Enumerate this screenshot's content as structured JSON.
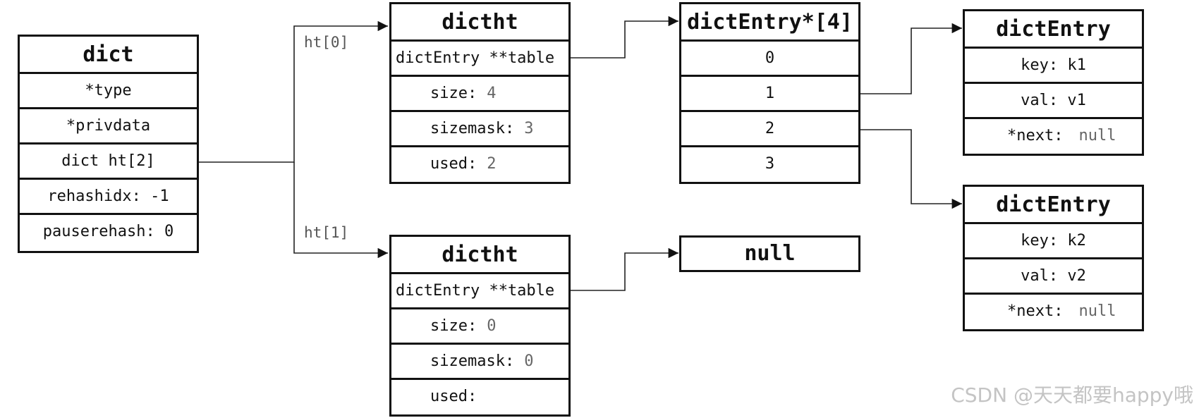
{
  "dict": {
    "title": "dict",
    "fields": [
      "*type",
      "*privdata",
      "dict ht[2]",
      "rehashidx: -1",
      "pauserehash: 0"
    ]
  },
  "links": {
    "ht0": "ht[0]",
    "ht1": "ht[1]"
  },
  "dictht0": {
    "title": "dictht",
    "table": "dictEntry **table",
    "size_label": "size:",
    "size_value": "4",
    "sizemask_label": "sizemask:",
    "sizemask_value": "3",
    "used_label": "used:",
    "used_value": "2"
  },
  "dictht1": {
    "title": "dictht",
    "table": "dictEntry **table",
    "size_label": "size:",
    "size_value": "0",
    "sizemask_label": "sizemask:",
    "sizemask_value": "0",
    "used_label": "used:",
    "used_value": ""
  },
  "array": {
    "title": "dictEntry*[4]",
    "slots": [
      "0",
      "1",
      "2",
      "3"
    ]
  },
  "null_box": {
    "title": "null"
  },
  "entry1": {
    "title": "dictEntry",
    "key": "key: k1",
    "val": "val: v1",
    "next_label": "*next:",
    "next_value": "null"
  },
  "entry2": {
    "title": "dictEntry",
    "key": "key: k2",
    "val": "val: v2",
    "next_label": "*next:",
    "next_value": "null"
  },
  "watermark": "CSDN @天天都要happy哦"
}
